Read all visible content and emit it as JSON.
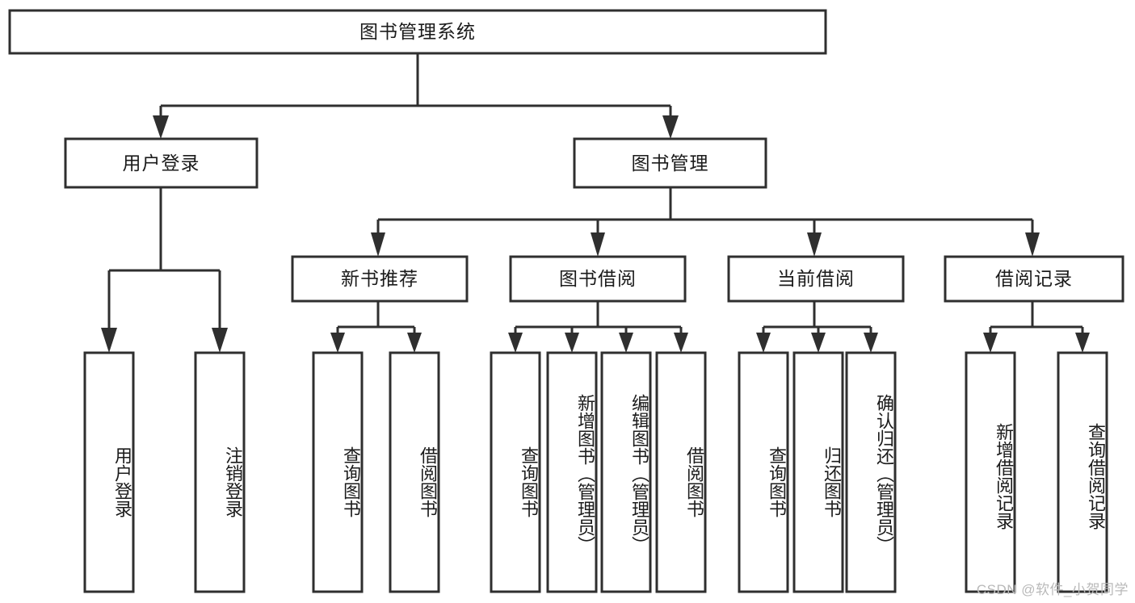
{
  "diagram": {
    "title": "图书管理系统",
    "type": "tree-hierarchy-chart",
    "watermark": "CSDN @软件_小贺同学",
    "colors": {
      "box_stroke": "#2f2f2f",
      "box_fill": "#ffffff",
      "text": "#1b1b1b",
      "connector": "#2f2f2f",
      "watermark": "#b9b9b9",
      "background": "#ffffff"
    },
    "root": {
      "label": "图书管理系统"
    },
    "level2": [
      {
        "label": "用户登录"
      },
      {
        "label": "图书管理"
      }
    ],
    "level3": [
      {
        "label": "新书推荐"
      },
      {
        "label": "图书借阅"
      },
      {
        "label": "当前借阅"
      },
      {
        "label": "借阅记录"
      }
    ],
    "leaves": [
      {
        "label": "用户登录",
        "parent": "用户登录"
      },
      {
        "label": "注销登录",
        "parent": "用户登录"
      },
      {
        "label": "查询图书",
        "parent": "新书推荐"
      },
      {
        "label": "借阅图书",
        "parent": "新书推荐"
      },
      {
        "label": "查询图书",
        "parent": "图书借阅"
      },
      {
        "label": "新增图书（管理员）",
        "parent": "图书借阅"
      },
      {
        "label": "编辑图书（管理员）",
        "parent": "图书借阅"
      },
      {
        "label": "借阅图书",
        "parent": "图书借阅"
      },
      {
        "label": "查询图书",
        "parent": "当前借阅"
      },
      {
        "label": "归还图书",
        "parent": "当前借阅"
      },
      {
        "label": "确认归还（管理员）",
        "parent": "当前借阅"
      },
      {
        "label": "新增借阅记录",
        "parent": "借阅记录"
      },
      {
        "label": "查询借阅记录",
        "parent": "借阅记录"
      }
    ]
  }
}
